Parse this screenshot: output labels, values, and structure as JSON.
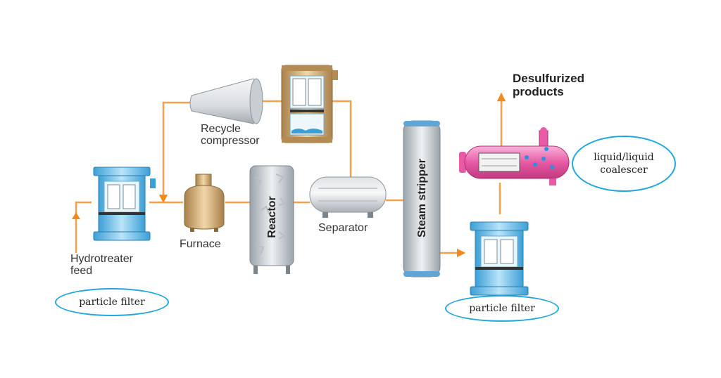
{
  "labels": {
    "recycle_compressor": [
      "Recycle",
      "compressor"
    ],
    "furnace": "Furnace",
    "reactor": "Reactor",
    "separator": "Separator",
    "steam_stripper": "Steam stripper",
    "hydrotreater_feed": [
      "Hydrotreater",
      "feed"
    ],
    "desulfurized_products": [
      "Desulfurized",
      "products"
    ]
  },
  "annotations": {
    "particle_filter_left": "particle filter",
    "particle_filter_right": "particle filter",
    "coalescer": [
      "liquid/liquid",
      "coalescer"
    ]
  },
  "colors": {
    "flow_line": "#f5a04a",
    "arrow": "#f08a1c",
    "oval": "#1ea6e0",
    "filter_body": "#6fc3ec",
    "coalescer_body": "#f07ab8",
    "brass": "#c9a46a"
  }
}
